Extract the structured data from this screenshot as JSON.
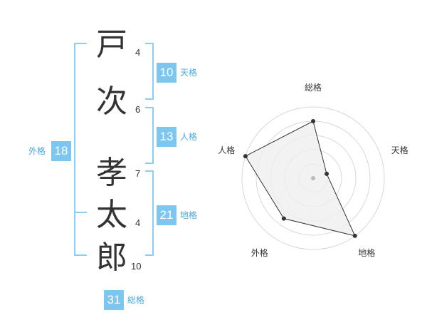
{
  "name_characters": [
    {
      "char": "戸",
      "strokes": "4"
    },
    {
      "char": "次",
      "strokes": "6"
    },
    {
      "char": "孝",
      "strokes": "7"
    },
    {
      "char": "太",
      "strokes": "4"
    },
    {
      "char": "郎",
      "strokes": "10"
    }
  ],
  "scores": {
    "tenkaku": {
      "value": "10",
      "label": "天格"
    },
    "jinkaku": {
      "value": "13",
      "label": "人格"
    },
    "chikaku": {
      "value": "21",
      "label": "地格"
    },
    "gaikaku": {
      "value": "18",
      "label": "外格"
    },
    "soukaku": {
      "value": "31",
      "label": "総格"
    }
  },
  "chart_data": {
    "type": "radar",
    "axes": [
      "総格",
      "天格",
      "地格",
      "外格",
      "人格"
    ],
    "values": [
      4,
      1,
      5,
      3.5,
      5
    ],
    "rmax": 5,
    "rings": 5,
    "colors": {
      "fill": "#efefef",
      "stroke": "#333333",
      "point": "#333333",
      "grid": "#d8d8d8",
      "center": "#bbbbbb"
    }
  },
  "colors": {
    "accent": "#7dc6ef",
    "accent_text": "#4aa9e0",
    "bracket": "#8ecdf1"
  }
}
